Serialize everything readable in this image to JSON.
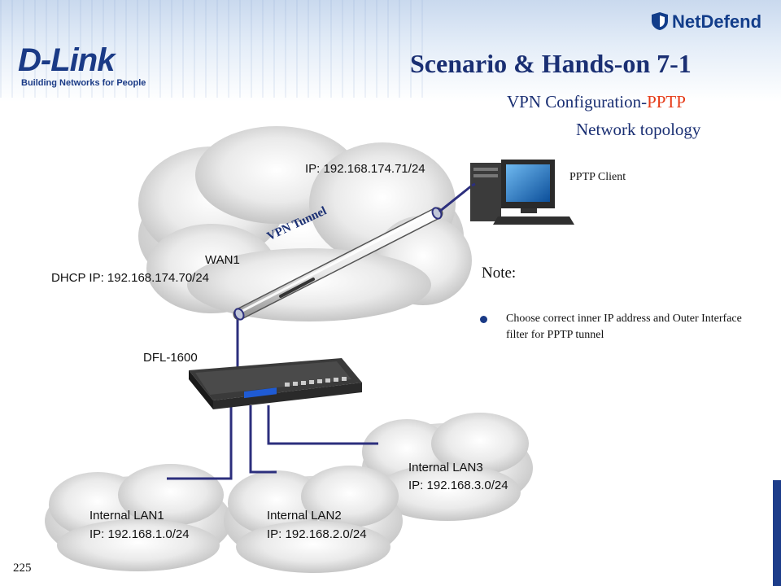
{
  "header": {
    "logo_brand": "D-Link",
    "logo_tagline": "Building Networks for People",
    "product_brand": "NetDefend"
  },
  "title": "Scenario & Hands-on 7-1",
  "subtitle": {
    "prefix": "VPN Configuration-",
    "accent": "PPTP",
    "line2": "Network topology",
    "accent_color": "#e63a17"
  },
  "diagram": {
    "client_ip": "IP: 192.168.174.71/24",
    "client_label": "PPTP Client",
    "tunnel_label": "VPN Tunnel",
    "wan_label": "WAN1",
    "wan_ip": "DHCP IP: 192.168.174.70/24",
    "firewall_label": "DFL-1600",
    "lan1": {
      "name": "Internal LAN1",
      "ip": "IP: 192.168.1.0/24"
    },
    "lan2": {
      "name": "Internal LAN2",
      "ip": "IP: 192.168.2.0/24"
    },
    "lan3": {
      "name": "Internal LAN3",
      "ip": "IP: 192.168.3.0/24"
    },
    "link_color": "#2c2f7d"
  },
  "note": {
    "title": "Note:",
    "items": [
      "Choose correct inner IP address and Outer Interface filter for PPTP tunnel"
    ]
  },
  "page_number": "225"
}
